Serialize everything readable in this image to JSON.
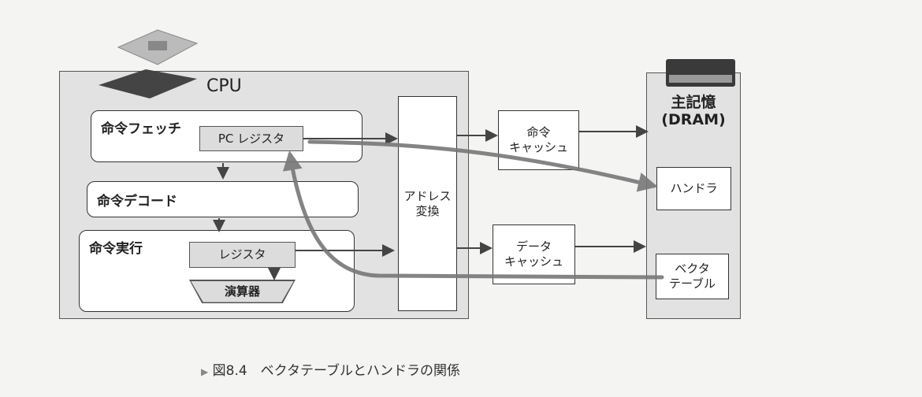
{
  "cpu": {
    "title": "CPU",
    "fetch": {
      "label": "命令フェッチ",
      "pc_register": "PC レジスタ"
    },
    "decode": {
      "label": "命令デコード"
    },
    "execute": {
      "label": "命令実行",
      "register": "レジスタ",
      "alu": "演算器"
    }
  },
  "address_translation": {
    "line1": "アドレス",
    "line2": "変換"
  },
  "caches": {
    "instruction": {
      "line1": "命令",
      "line2": "キャッシュ"
    },
    "data": {
      "line1": "データ",
      "line2": "キャッシュ"
    }
  },
  "memory": {
    "title": "主記憶",
    "subtitle": "(DRAM)",
    "handler": "ハンドラ",
    "vector_table": {
      "line1": "ベクタ",
      "line2": "テーブル"
    }
  },
  "caption": {
    "marker": "▶",
    "text": "図8.4　ベクタテーブルとハンドラの関係"
  }
}
